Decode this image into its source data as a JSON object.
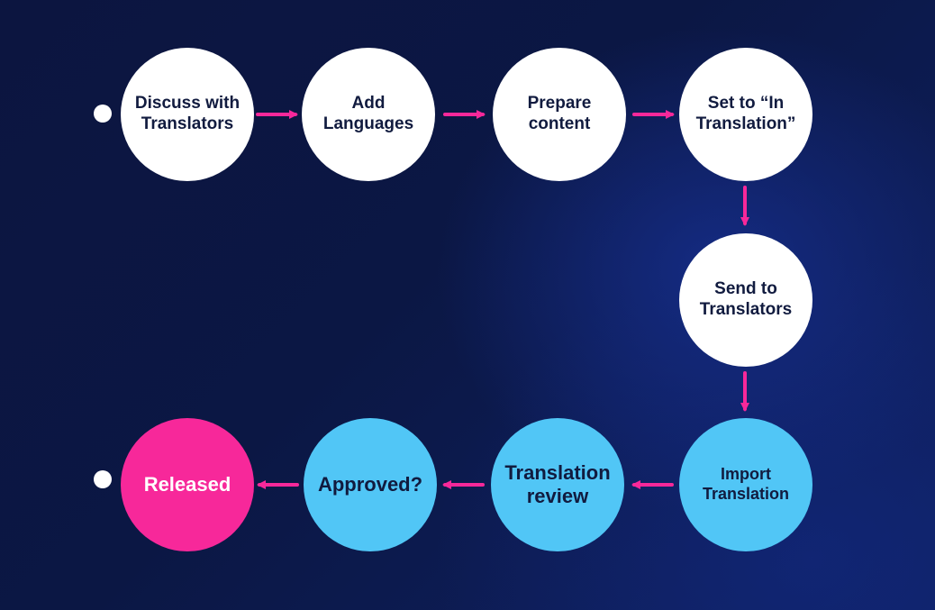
{
  "colors": {
    "background": "#0d1642",
    "node_white": "#ffffff",
    "node_cyan": "#51c6f6",
    "node_pink": "#f7289a",
    "arrow": "#f7289a",
    "text_dark": "#111b3f"
  },
  "steps": [
    {
      "id": "discuss",
      "label": "Discuss with Translators",
      "style": "white"
    },
    {
      "id": "add-languages",
      "label": "Add Languages",
      "style": "white"
    },
    {
      "id": "prepare-content",
      "label": "Prepare content",
      "style": "white"
    },
    {
      "id": "set-in-translation",
      "label": "Set to “In Translation”",
      "style": "white"
    },
    {
      "id": "send-to-translators",
      "label": "Send to Translators",
      "style": "white"
    },
    {
      "id": "import-translation",
      "label": "Import Translation",
      "style": "cyan"
    },
    {
      "id": "translation-review",
      "label": "Translation review",
      "style": "cyan"
    },
    {
      "id": "approved",
      "label": "Approved?",
      "style": "cyan"
    },
    {
      "id": "released",
      "label": "Released",
      "style": "pink"
    }
  ]
}
